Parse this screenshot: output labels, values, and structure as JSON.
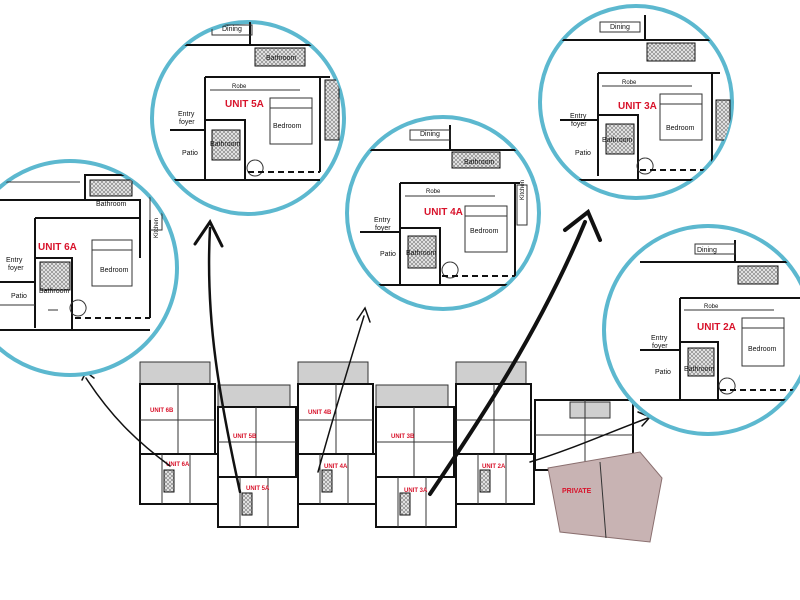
{
  "plan": {
    "private_label": "PRIVATE",
    "unit_labels": {
      "u6b": "UNIT 6B",
      "u5b": "UNIT 5B",
      "u4b": "UNIT 4B",
      "u3b": "UNIT 3B",
      "u6a": "UNIT 6A",
      "u5a": "UNIT 5A",
      "u4a": "UNIT 4A",
      "u3a": "UNIT 3A",
      "u2a": "UNIT 2A"
    }
  },
  "callouts": {
    "c6a": {
      "unit": "UNIT 6A",
      "entry": "Entry",
      "foyer": "foyer",
      "patio": "Patio",
      "bathroom": "Bathroom",
      "bedroom": "Bedroom",
      "bathroom_top": "Bathroom",
      "kitchen": "Kitchen"
    },
    "c5a": {
      "unit": "UNIT 5A",
      "entry": "Entry",
      "foyer": "foyer",
      "patio": "Patio",
      "bathroom": "Bathroom",
      "bedroom": "Bedroom",
      "robe": "Robe",
      "bathroom_top": "Bathroom",
      "dining": "Dining"
    },
    "c4a": {
      "unit": "UNIT 4A",
      "entry": "Entry",
      "foyer": "foyer",
      "patio": "Patio",
      "bathroom": "Bathroom",
      "bedroom": "Bedroom",
      "robe": "Robe",
      "bathroom_top": "Bathroom",
      "dining": "Dining",
      "kitchen": "Kitchen"
    },
    "c3a": {
      "unit": "UNIT 3A",
      "entry": "Entry",
      "foyer": "foyer",
      "patio": "Patio",
      "bathroom": "Bathroom",
      "bedroom": "Bedroom",
      "robe": "Robe",
      "dining": "Dining"
    },
    "c2a": {
      "unit": "UNIT 2A",
      "entry": "Entry",
      "foyer": "foyer",
      "patio": "Patio",
      "bathroom": "Bathroom",
      "bedroom": "Bedroom",
      "robe": "Robe",
      "dining": "Dining"
    }
  },
  "colors": {
    "ring": "#5cb8cf",
    "unit_label": "#d8132b",
    "private_fill": "#c8b3b3"
  }
}
